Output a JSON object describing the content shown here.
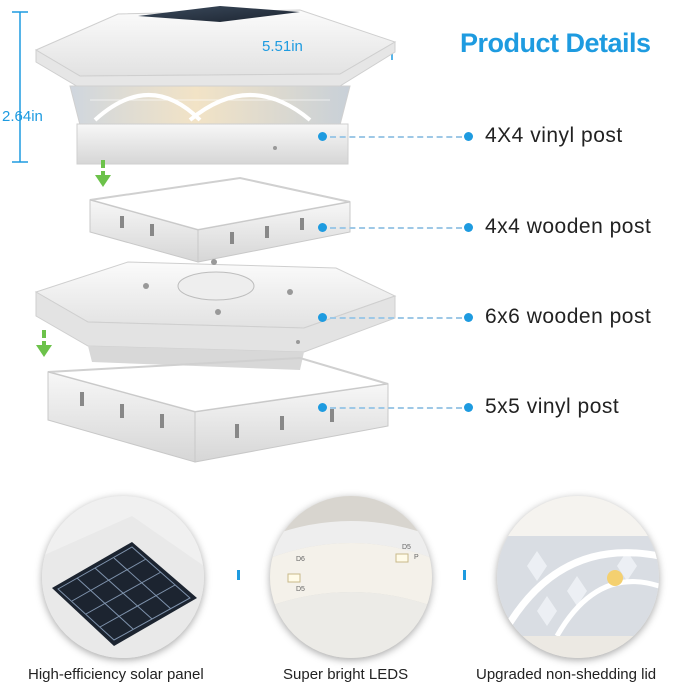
{
  "header": {
    "title": "Product Details"
  },
  "dimensions": {
    "width": "5.51in",
    "height": "2.64in"
  },
  "fit_labels": [
    "4X4 vinyl post",
    "4x4 wooden post",
    "6x6 wooden post",
    "5x5 vinyl post"
  ],
  "features": [
    {
      "caption": "High-efficiency solar panel",
      "icon": "solar-panel-closeup"
    },
    {
      "caption": "Super bright LEDS",
      "icon": "led-strip-closeup",
      "led_marks": [
        "D6",
        "D5",
        "D5",
        "P"
      ]
    },
    {
      "caption": "Upgraded non-shedding lid",
      "icon": "lid-pattern-closeup"
    }
  ],
  "colors": {
    "accent": "#1e9be0",
    "arrow": "#6cc24a",
    "text": "#222222"
  }
}
